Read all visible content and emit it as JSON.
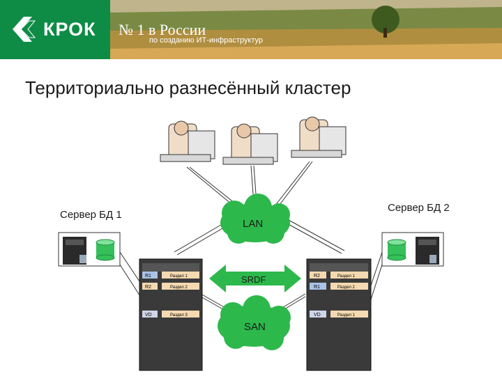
{
  "header": {
    "logo_text": "КРОК",
    "slogan_main": "№ 1 в России",
    "slogan_sub": "по созданию ИТ-инфраструктур"
  },
  "title": "Территориально разнесённый кластер",
  "server_left": {
    "label": "Сервер БД 1"
  },
  "server_right": {
    "label": "Сервер БД 2"
  },
  "clouds": {
    "lan": "LAN",
    "san": "SAN"
  },
  "link": {
    "srdf": "SRDF"
  },
  "array_left": {
    "rows": [
      {
        "tag": "R1",
        "section": "Раздел 1"
      },
      {
        "tag": "R2",
        "section": "Раздел 2"
      },
      {
        "tag": "VD",
        "section": "Раздел 3"
      }
    ]
  },
  "array_right": {
    "rows": [
      {
        "tag": "R2",
        "section": "Раздел 1"
      },
      {
        "tag": "R1",
        "section": "Раздел 2"
      },
      {
        "tag": "VD",
        "section": "Раздел 1"
      }
    ]
  },
  "colors": {
    "brand_green": "#0e8c46",
    "cloud": "#2db84b",
    "arrow": "#2db84b",
    "r1_blue": "#a9c3e6",
    "r2_peach": "#f5d9b0"
  }
}
